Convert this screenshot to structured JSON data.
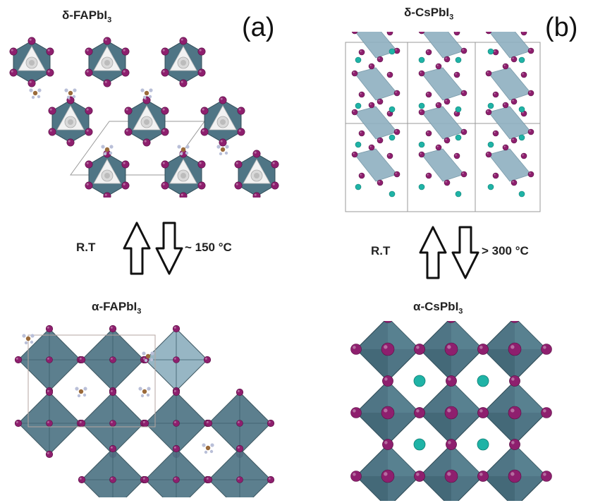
{
  "panels": [
    {
      "tag": "(a)",
      "top_title": "δ-FAPbI",
      "top_sub": "3",
      "bottom_title": "α-FAPbI",
      "bottom_sub": "3",
      "forward_condition": "R.T",
      "reverse_condition": "~ 150 °C"
    },
    {
      "tag": "(b)",
      "top_title": "δ-CsPbI",
      "top_sub": "3",
      "bottom_title": "α-CsPbI",
      "bottom_sub": "3",
      "forward_condition": "R.T",
      "reverse_condition": "> 300 °C"
    }
  ],
  "colors": {
    "iodide": "#8e1f6e",
    "octahedron_face": "#4f7585",
    "octahedron_light": "#8fb0c0",
    "cesium": "#1fb3a6",
    "lead_core": "#d9d9d9",
    "carbon": "#9a6a3a",
    "nitrogen": "#b9bfd8"
  }
}
